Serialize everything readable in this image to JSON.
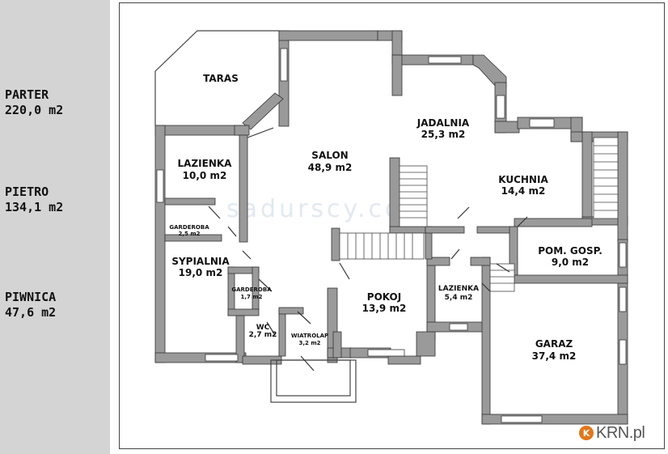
{
  "floors": [
    {
      "name": "PARTER",
      "area": "220,0 m2"
    },
    {
      "name": "PIETRO",
      "area": "134,1 m2"
    },
    {
      "name": "PIWNICA",
      "area": "47,6 m2"
    }
  ],
  "rooms": {
    "taras": {
      "name": "TARAS",
      "area": ""
    },
    "lazienka_top": {
      "name": "LAZIENKA",
      "area": "10,0 m2"
    },
    "salon": {
      "name": "SALON",
      "area": "48,9 m2"
    },
    "jadalnia": {
      "name": "JADALNIA",
      "area": "25,3 m2"
    },
    "kuchnia": {
      "name": "KUCHNIA",
      "area": "14,4 m2"
    },
    "garderoba_top": {
      "name": "GARDEROBA",
      "area": "2,5 m2"
    },
    "sypialnia": {
      "name": "SYPIALNIA",
      "area": "19,0 m2"
    },
    "garderoba_small": {
      "name": "GARDEROBA",
      "area": "1,7 m2"
    },
    "pom_gosp": {
      "name": "POM. GOSP.",
      "area": "9,0 m2"
    },
    "pokoj": {
      "name": "POKOJ",
      "area": "13,9 m2"
    },
    "lazienka_small": {
      "name": "LAZIENKA",
      "area": "5,4 m2"
    },
    "wc": {
      "name": "WC",
      "area": "2,7 m2"
    },
    "wiatrolap": {
      "name": "WIATROLAP",
      "area": "3,2 m2"
    },
    "garaz": {
      "name": "GARAZ",
      "area": "37,4 m2"
    }
  },
  "watermark": "sadurscy.com",
  "logo": {
    "mark": "K",
    "text": "KRN.pl"
  },
  "colors": {
    "wall": "#9a9a9a",
    "wall_stroke": "#333333",
    "sidebar": "#d4d4d4",
    "logo_accent": "#e2761b"
  }
}
